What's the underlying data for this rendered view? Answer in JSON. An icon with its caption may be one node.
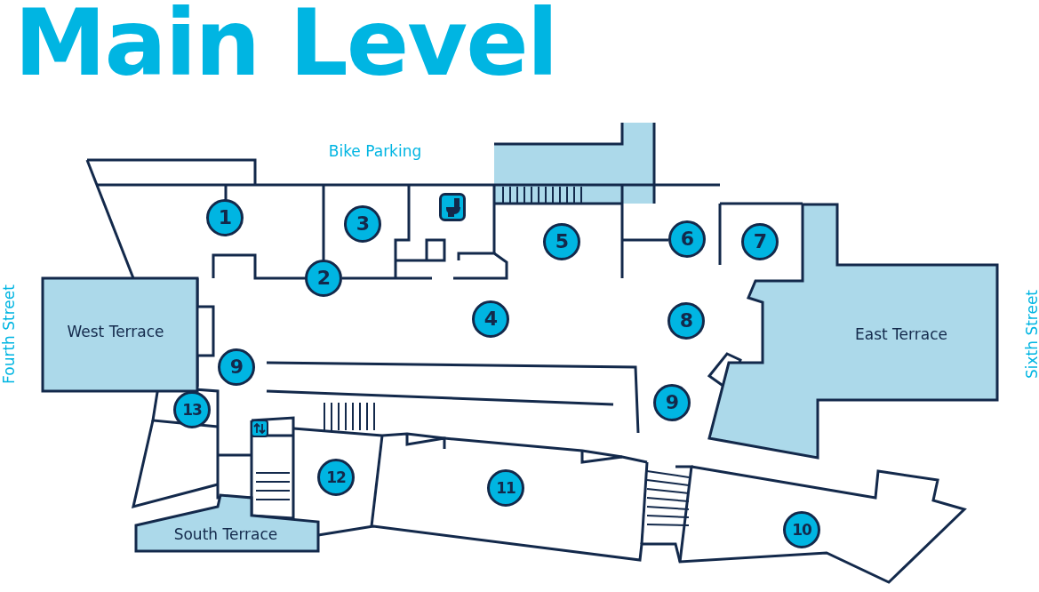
{
  "diagram": {
    "title": "Main Level",
    "nodes": [
      {
        "text": [
          "West Terrace"
        ]
      },
      {
        "text": [
          "East Terrace"
        ]
      },
      {
        "text": [
          "South Terrace"
        ]
      },
      {
        "text": [
          "1"
        ]
      },
      {
        "text": [
          "3"
        ]
      },
      {
        "text": [
          "5"
        ]
      },
      {
        "text": [
          "6"
        ]
      },
      {
        "text": [
          "7"
        ]
      },
      {
        "text": [
          "2"
        ]
      },
      {
        "text": [
          "4"
        ]
      },
      {
        "text": [
          "8"
        ]
      },
      {
        "text": [
          "9"
        ]
      },
      {
        "text": [
          "9"
        ]
      },
      {
        "text": [
          "13"
        ]
      },
      {
        "text": [
          "12"
        ]
      },
      {
        "text": [
          "11"
        ]
      },
      {
        "text": [
          "10"
        ]
      }
    ],
    "labels": [
      "Bike Parking",
      "Fourth Street",
      "Sixth Street"
    ]
  }
}
